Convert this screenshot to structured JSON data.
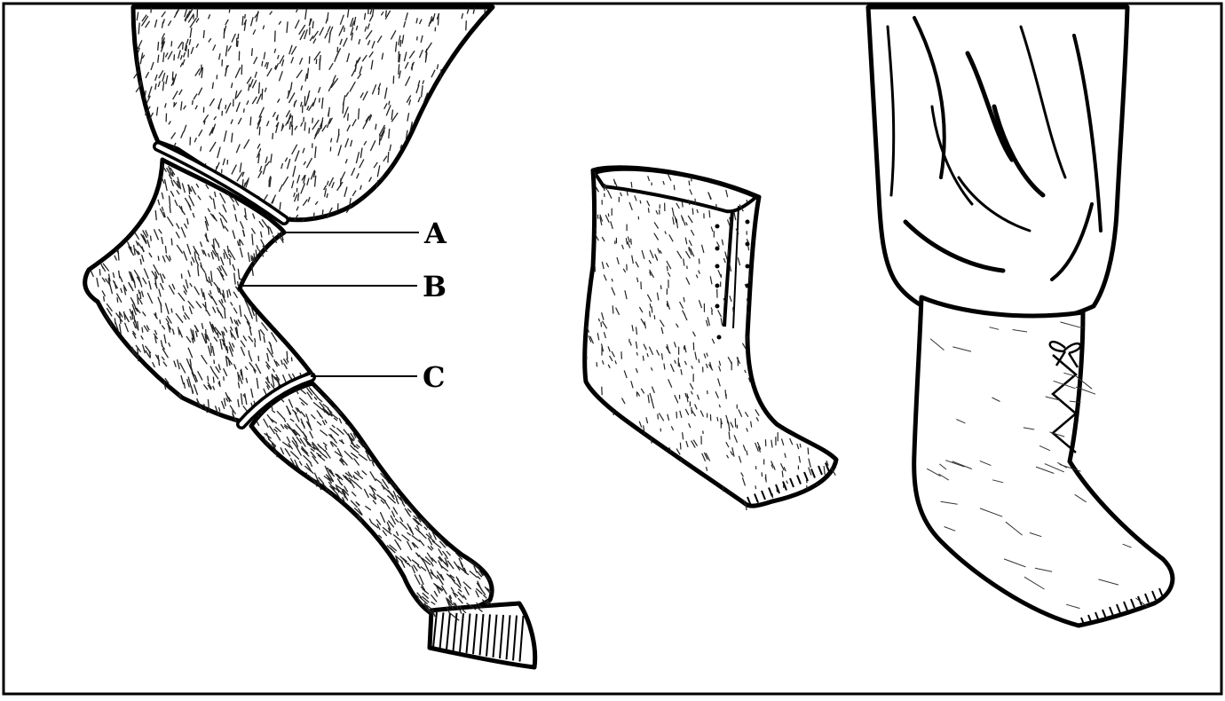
{
  "colors": {
    "ink": "#000000",
    "paper": "#ffffff",
    "fur": "#2a2a2a"
  },
  "callouts": [
    {
      "letter": "A"
    },
    {
      "letter": "B"
    },
    {
      "letter": "C"
    }
  ],
  "icons": {
    "figure_1": "horse-hind-leg-illustration",
    "figure_2": "hide-boot-illustration",
    "figure_3": "boot-on-leg-illustration"
  }
}
